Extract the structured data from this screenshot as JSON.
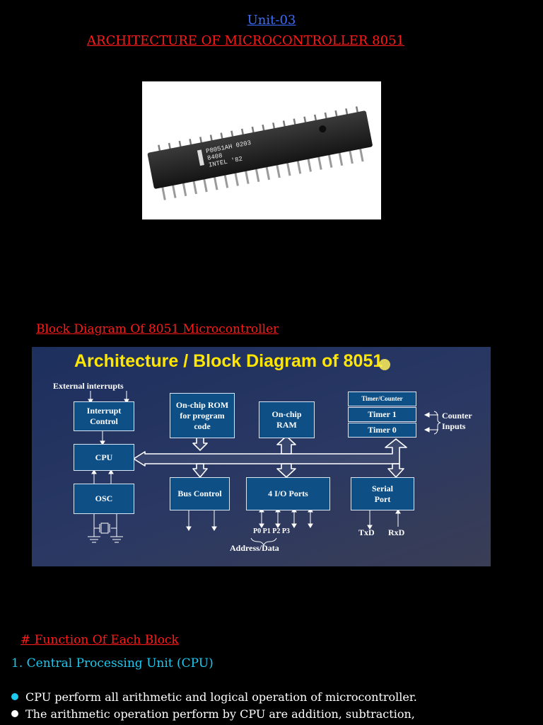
{
  "header": {
    "unit": "Unit-03",
    "title": "ARCHITECTURE OF MICROCONTROLLER 8051"
  },
  "chip_photo": {
    "markings": [
      "P8051AH 0203",
      "8408",
      "INTEL '82"
    ]
  },
  "block_diagram_heading": "Block Diagram Of 8051 Microcontroller",
  "diagram": {
    "title": "Architecture / Block Diagram of 8051",
    "external_interrupts": "External interrupts",
    "interrupt_control": "Interrupt Control",
    "cpu": "CPU",
    "osc": "OSC",
    "rom": "On-chip ROM for program code",
    "ram": "On-chip RAM",
    "timer_counter": "Timer/Counter",
    "timer1": "Timer 1",
    "timer0": "Timer 0",
    "counter_inputs": "Counter Inputs",
    "bus_control": "Bus Control",
    "io_ports": "4 I/O Ports",
    "serial_port": "Serial Port",
    "ports": "P0 P1 P2 P3",
    "address_data": "Address/Data",
    "txd": "TxD",
    "rxd": "RxD"
  },
  "function_heading": "# Function Of Each Block",
  "list_title": "1. Central Processing Unit (CPU)",
  "bullets": [
    {
      "text": "CPU perform all arithmetic and logical operation of microcontroller.",
      "color": "#1ec8ee"
    },
    {
      "text": "The arithmetic operation perform by CPU are addition, subtraction,",
      "color": "#ffffff"
    }
  ]
}
